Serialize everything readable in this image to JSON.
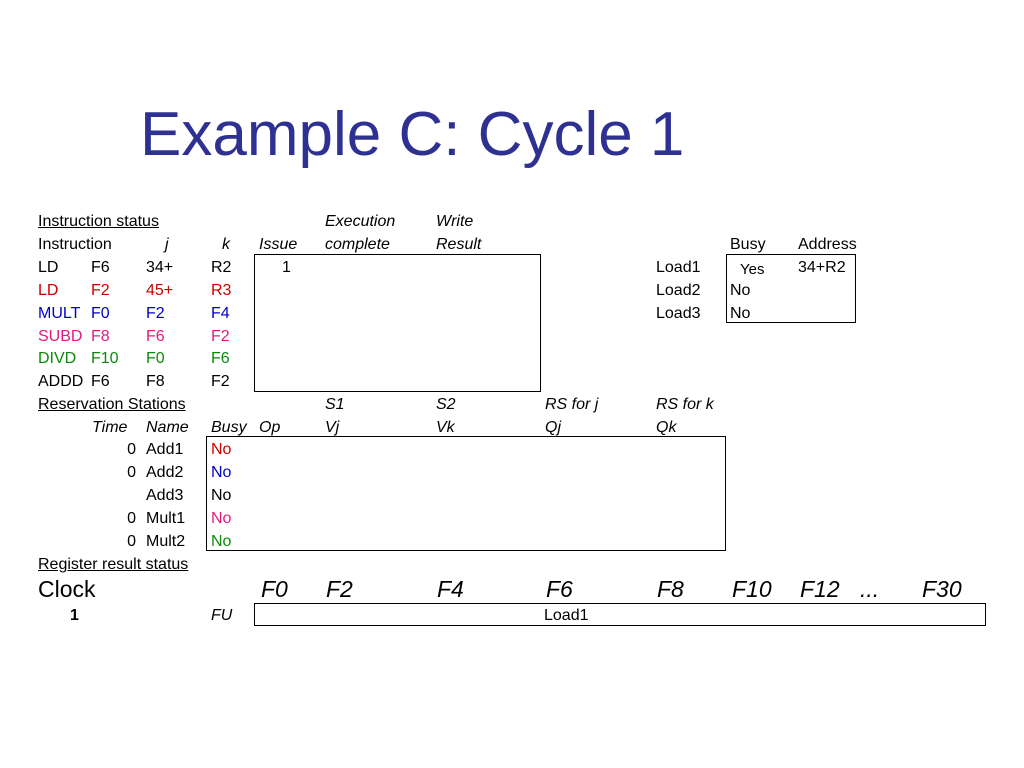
{
  "title": "Example C: Cycle 1",
  "instruction_status": {
    "heading": "Instruction status ",
    "col_execution": "Execution",
    "col_write": "Write",
    "col_instruction": "Instruction",
    "col_j": "j",
    "col_k": "k",
    "col_issue": "Issue",
    "col_complete": "complete",
    "col_result": "Result",
    "rows": [
      {
        "op": "LD",
        "dest": "F6",
        "j": "34+",
        "k": "R2",
        "issue": "1",
        "color": "#000000"
      },
      {
        "op": "LD",
        "dest": "F2",
        "j": "45+",
        "k": "R3",
        "issue": "",
        "color": "#cc0000"
      },
      {
        "op": "MULT",
        "dest": "F0",
        "j": "F2",
        "k": "F4",
        "issue": "",
        "color": "#0000cc"
      },
      {
        "op": "SUBD",
        "dest": "F8",
        "j": "F6",
        "k": "F2",
        "issue": "",
        "color": "#e5197f"
      },
      {
        "op": "DIVD",
        "dest": "F10",
        "j": "F0",
        "k": "F6",
        "issue": "",
        "color": "#0a8a0a"
      },
      {
        "op": "ADDD",
        "dest": "F6",
        "j": "F8",
        "k": "F2",
        "issue": "",
        "color": "#000000"
      }
    ]
  },
  "load_buffers": {
    "col_busy": "Busy",
    "col_address": "Address",
    "rows": [
      {
        "name": "Load1",
        "busy": "Yes",
        "address": "34+R2"
      },
      {
        "name": "Load2",
        "busy": "No",
        "address": ""
      },
      {
        "name": "Load3",
        "busy": "No",
        "address": ""
      }
    ]
  },
  "reservation_stations": {
    "heading": "Reservation Stations",
    "col_s1": "S1",
    "col_s2": "S2",
    "col_rsj": "RS for j",
    "col_rsk": "RS for k",
    "col_time": "Time",
    "col_name": "Name",
    "col_busy": "Busy",
    "col_op": "Op",
    "col_vj": "Vj",
    "col_vk": "Vk",
    "col_qj": "Qj",
    "col_qk": "Qk",
    "rows": [
      {
        "time": "0",
        "name": "Add1",
        "busy": "No",
        "color": "#cc0000"
      },
      {
        "time": "0",
        "name": "Add2",
        "busy": "No",
        "color": "#0000cc"
      },
      {
        "time": "",
        "name": "Add3",
        "busy": "No",
        "color": "#000000"
      },
      {
        "time": "0",
        "name": "Mult1",
        "busy": "No",
        "color": "#e5197f"
      },
      {
        "time": "0",
        "name": "Mult2",
        "busy": "No",
        "color": "#0a8a0a"
      }
    ]
  },
  "register_status": {
    "heading": "Register result status",
    "clock_label": "Clock",
    "clock_value": "1",
    "fu_label": "FU",
    "registers": [
      "F0",
      "F2",
      "F4",
      "F6",
      "F8",
      "F10",
      "F12",
      "...",
      "F30"
    ],
    "fu_values": [
      "",
      "",
      "",
      "Load1",
      "",
      "",
      "",
      "",
      ""
    ]
  }
}
